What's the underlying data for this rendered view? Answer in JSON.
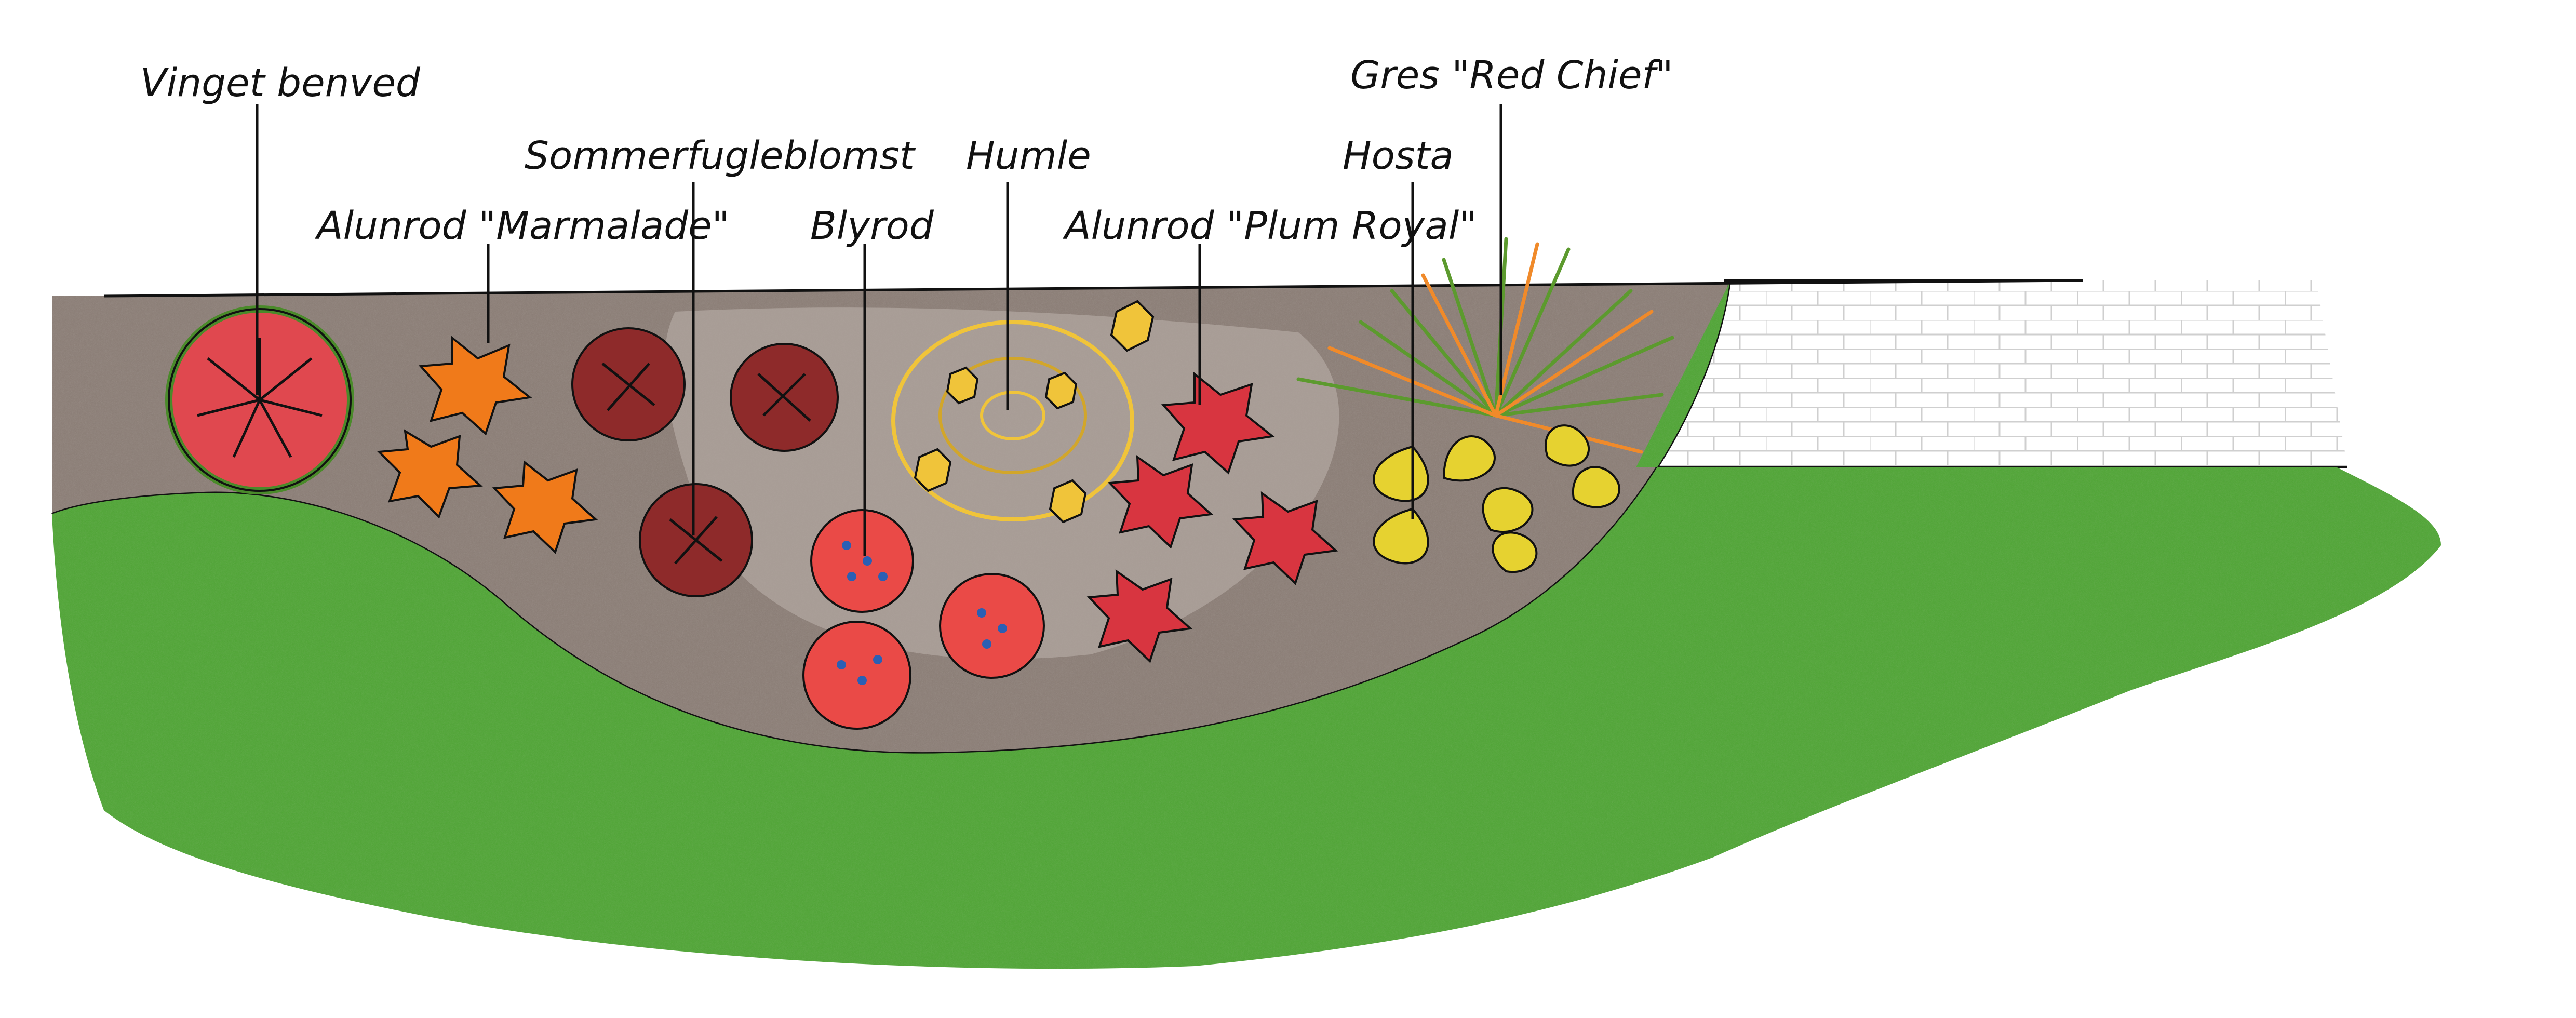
{
  "labels": {
    "vinget_benved": "Vinget benved",
    "alunrod_marmalade": "Alunrod \"Marmalade\"",
    "sommerfugleblomst": "Sommerfugleblomst",
    "blyrod": "Blyrod",
    "humle": "Humle",
    "alunrod_plum_royal": "Alunrod \"Plum Royal\"",
    "hosta": "Hosta",
    "gres_red_chief": "Gres \"Red Chief\""
  },
  "colors": {
    "lawn": "#3f9a2a",
    "lawn_light": "#7cc354",
    "soil": "#6b5a52",
    "soil_light": "#a49890",
    "wall_line": "#c9c9c9",
    "outline": "#111111",
    "benved": "#e0484f",
    "marmalade": "#f07a1a",
    "sommerfugl": "#8e2a2a",
    "blyrod": "#ea4a47",
    "blyrod_dot": "#2b5fb4",
    "humle": "#f0c43a",
    "plum_royal": "#d83540",
    "hosta": "#e6d230",
    "grass_green": "#5c9a2e",
    "grass_orange": "#f08a2a"
  }
}
